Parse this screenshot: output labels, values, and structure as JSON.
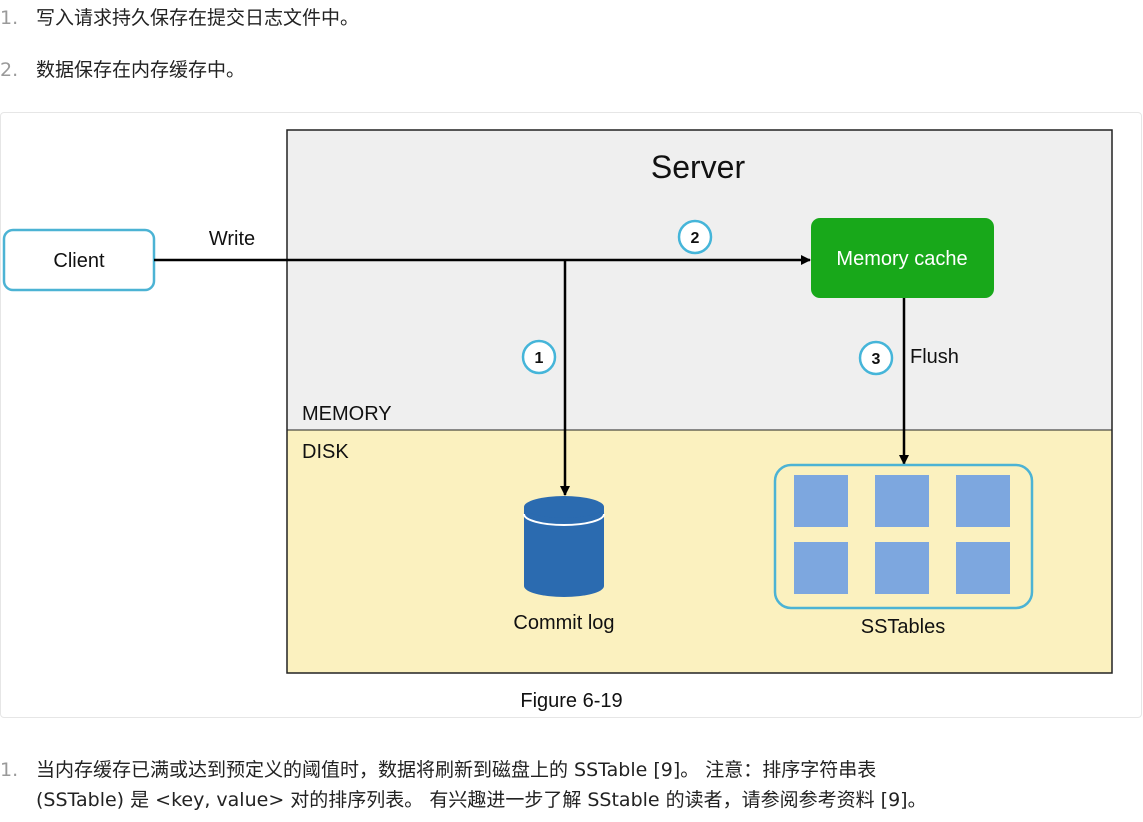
{
  "intro_steps": [
    {
      "num": "1.",
      "text": "写入请求持久保存在提交日志文件中。"
    },
    {
      "num": "2.",
      "text": "数据保存在内存缓存中。"
    }
  ],
  "diagram": {
    "server_label": "Server",
    "client_label": "Client",
    "write_label": "Write",
    "memory_cache_label": "Memory cache",
    "flush_label": "Flush",
    "memory_region_label": "MEMORY",
    "disk_region_label": "DISK",
    "commit_log_label": "Commit log",
    "sstables_label": "SSTables",
    "step_badges": [
      "1",
      "2",
      "3"
    ],
    "colors": {
      "memory_bg": "#efefef",
      "disk_bg": "#fbf1bf",
      "client_border": "#4cb3d4",
      "memory_cache_fill": "#18a81a",
      "db_blue": "#2b6bb0",
      "sstable_block": "#7da7df",
      "badge_stroke": "#45b5d9"
    }
  },
  "caption": "Figure 6-19",
  "outro_steps": [
    {
      "num": "1.",
      "line1": "当内存缓存已满或达到预定义的阈值时，数据将刷新到磁盘上的 SSTable [9]。 注意：排序字符串表",
      "line2": "(SSTable) 是 <key, value> 对的排序列表。 有兴趣进一步了解 SStable 的读者，请参阅参考资料 [9]。"
    }
  ]
}
